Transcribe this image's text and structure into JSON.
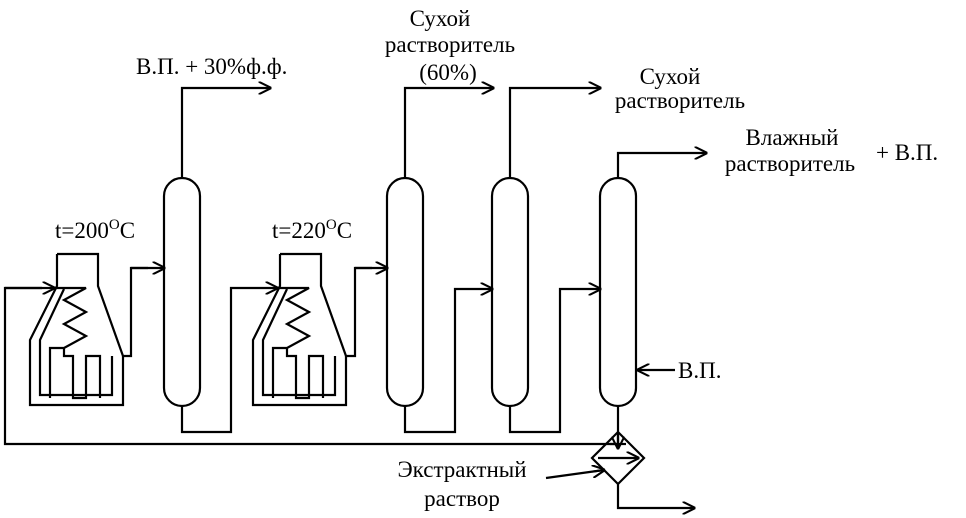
{
  "colors": {
    "stroke": "#000000",
    "background": "#ffffff"
  },
  "labels": {
    "furnace1_temp": "t=200",
    "furnace2_temp": "t=220",
    "temp_sup": "O",
    "temp_unit": "C",
    "col1_top": "В.П. + 30%ф.ф.",
    "col2_top_line1": "Сухой",
    "col2_top_line2": "растворитель",
    "col2_top_line3": "(60%)",
    "col3_top_line1": "Сухой",
    "col3_top_line2": "растворитель",
    "col4_top_line1": "Влажный",
    "col4_top_line2": "растворитель",
    "col4_top_line3": "+  В.П.",
    "col4_side_feed": "В.П.",
    "extract_line1": "Экстрактный",
    "extract_line2": "раствор"
  }
}
